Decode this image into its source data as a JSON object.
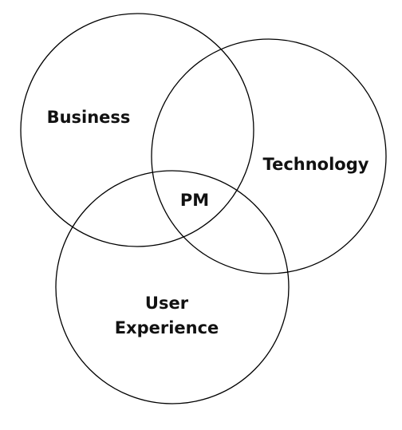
{
  "diagram": {
    "circles": [
      {
        "id": "business",
        "label_lines": [
          "Business"
        ]
      },
      {
        "id": "technology",
        "label_lines": [
          "Technology"
        ]
      },
      {
        "id": "user-experience",
        "label_lines": [
          "User",
          "Experience"
        ]
      }
    ],
    "center_label": "PM",
    "colors": {
      "stroke": "#000000",
      "text": "#111111",
      "background": "#ffffff"
    }
  }
}
